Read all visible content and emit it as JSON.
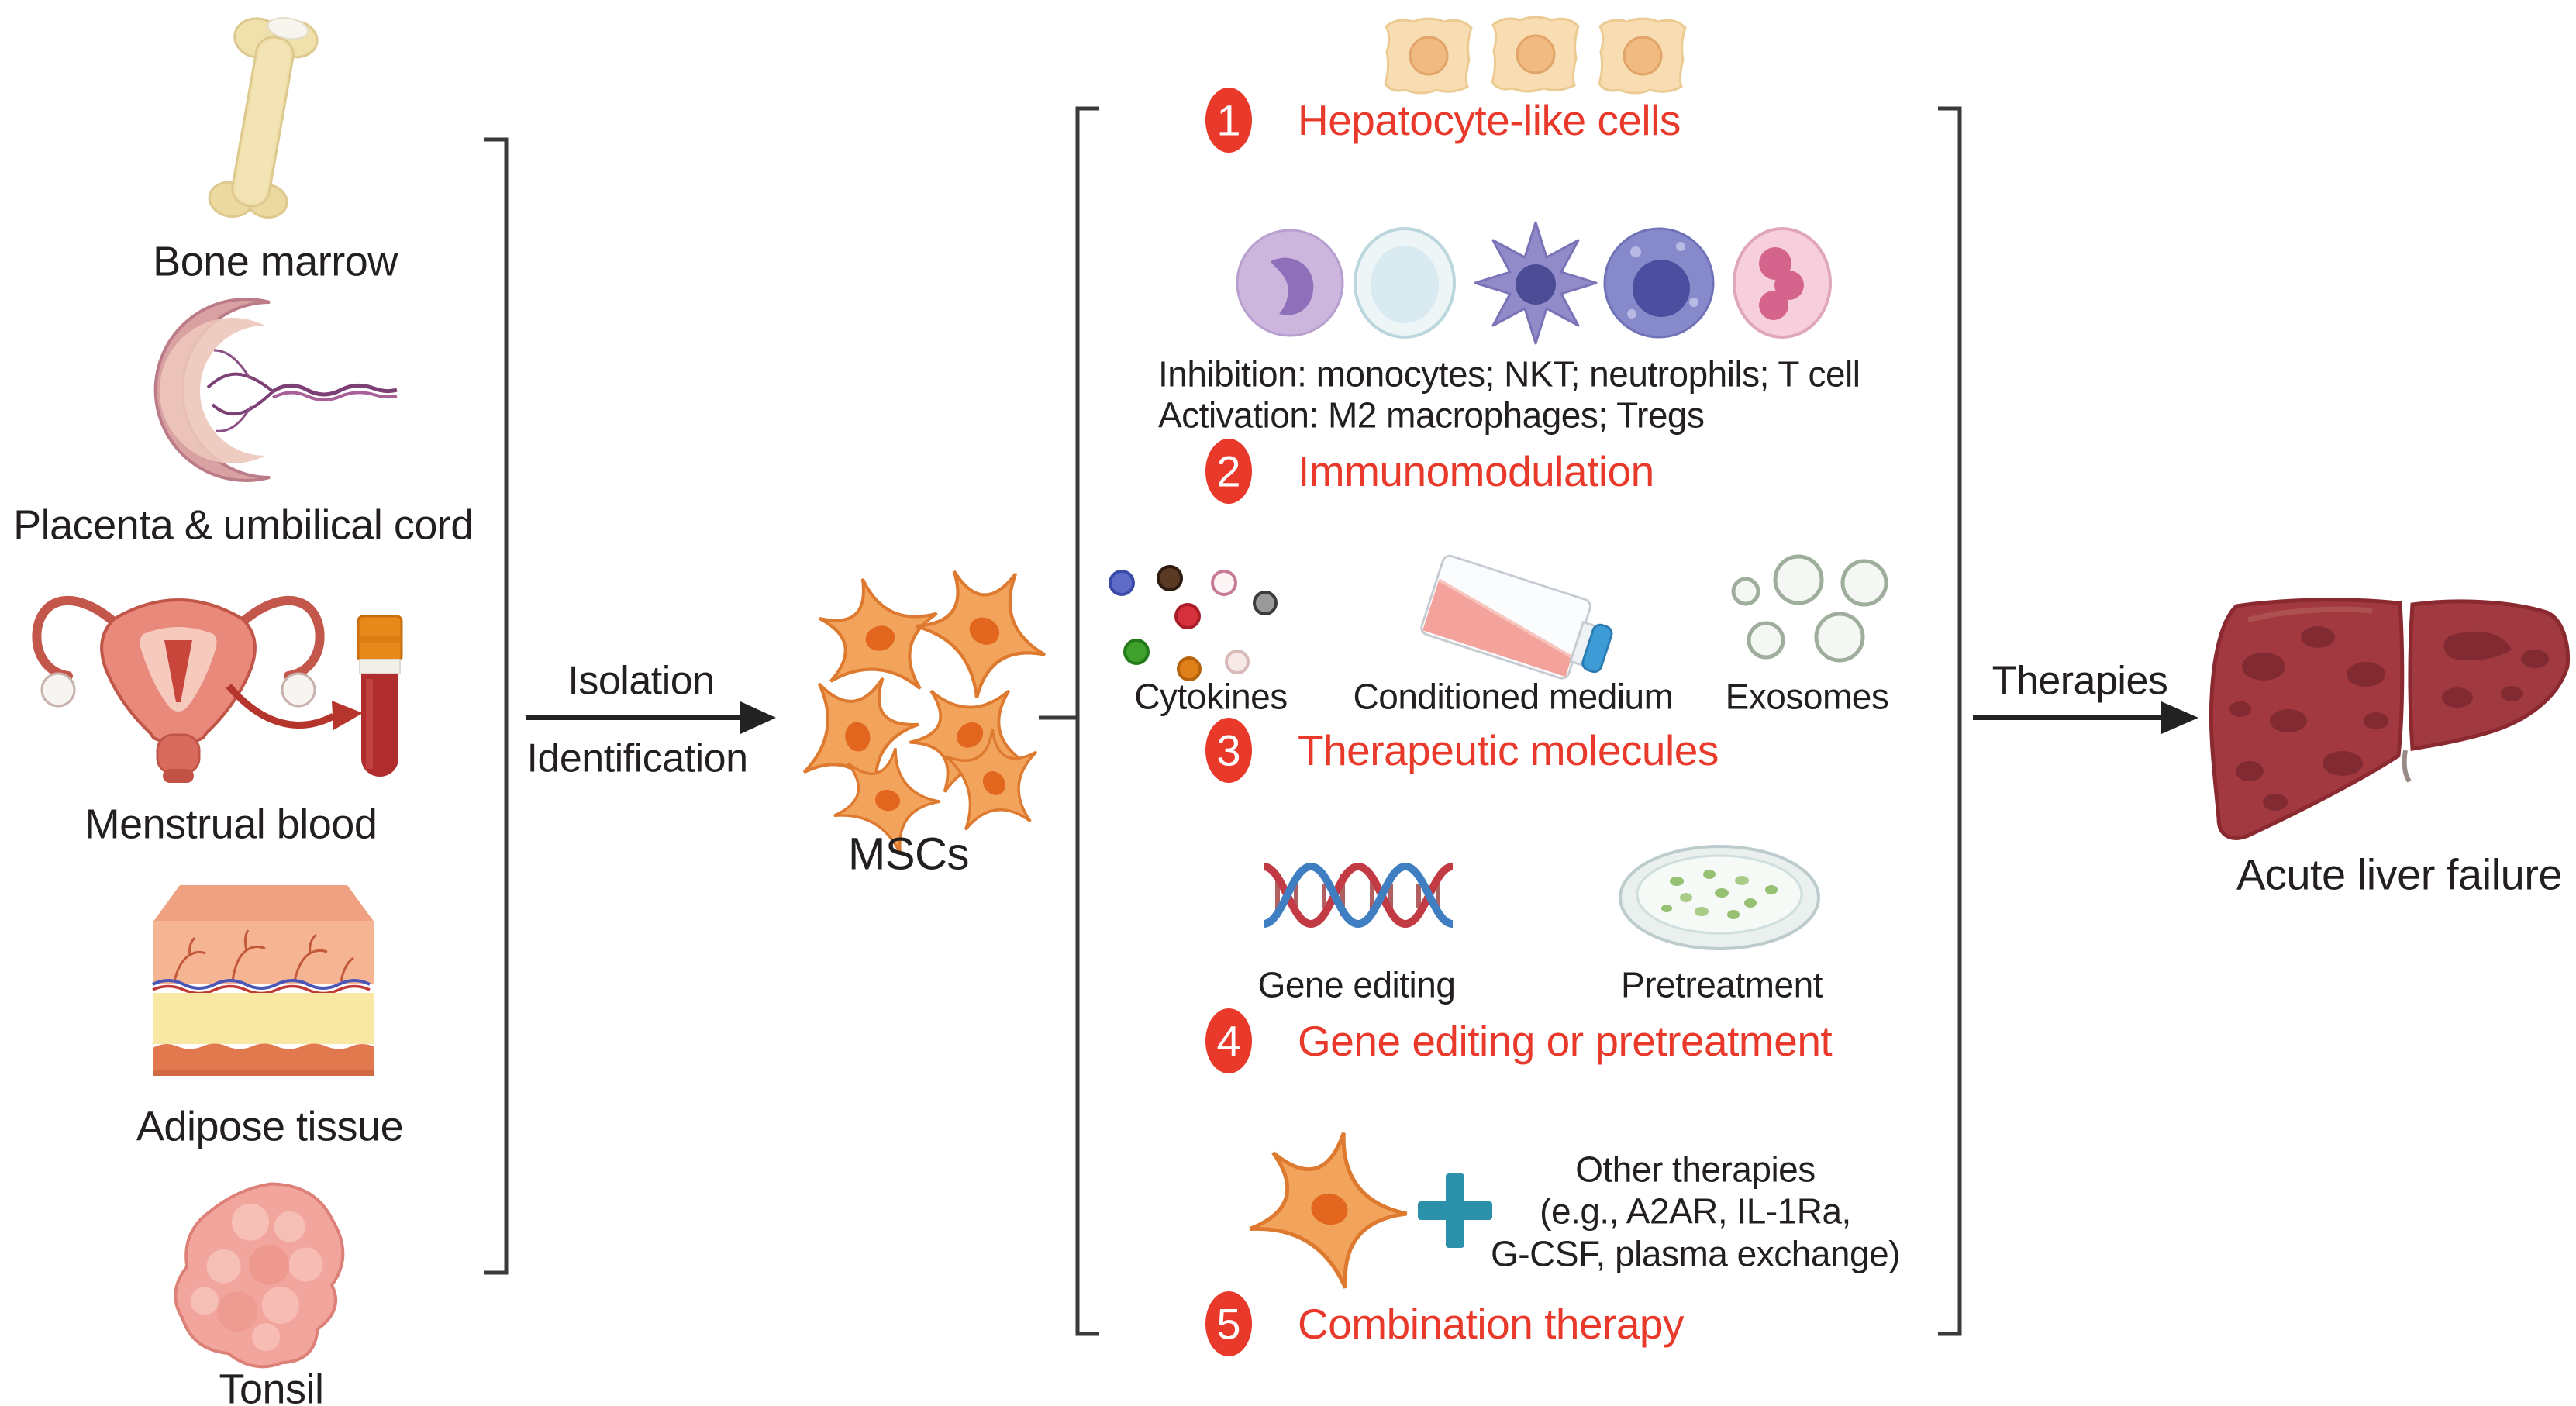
{
  "colors": {
    "accent_red": "#e8392b",
    "text_black": "#241f1f",
    "plus_teal": "#2b90a9"
  },
  "sources": {
    "items": [
      {
        "label": "Bone marrow",
        "icon": "bone-icon"
      },
      {
        "label": "Placenta & umbilical cord",
        "icon": "placenta-icon"
      },
      {
        "label": "Menstrual blood",
        "icon": "uterus-blood-tube-icon"
      },
      {
        "label": "Adipose tissue",
        "icon": "adipose-tissue-icon"
      },
      {
        "label": "Tonsil",
        "icon": "tonsil-icon"
      }
    ]
  },
  "process": {
    "arrow_top": "Isolation",
    "arrow_bottom": "Identification",
    "cells_label": "MSCs"
  },
  "mechanisms": [
    {
      "num": "1",
      "title": "Hepatocyte-like cells"
    },
    {
      "num": "2",
      "title": "Immunomodulation",
      "inhibition": "Inhibition: monocytes; NKT; neutrophils; T cell",
      "activation": "Activation: M2 macrophages; Tregs"
    },
    {
      "num": "3",
      "title": "Therapeutic molecules",
      "cytokines": "Cytokines",
      "conditioned_medium": "Conditioned medium",
      "exosomes": "Exosomes"
    },
    {
      "num": "4",
      "title": "Gene editing or pretreatment",
      "gene_editing": "Gene editing",
      "pretreatment": "Pretreatment"
    },
    {
      "num": "5",
      "title": "Combination therapy",
      "other_line1": "Other therapies",
      "other_line2": "(e.g., A2AR, IL-1Ra,",
      "other_line3": "G-CSF, plasma exchange)"
    }
  ],
  "outcome": {
    "arrow_label": "Therapies",
    "label": "Acute liver failure"
  }
}
